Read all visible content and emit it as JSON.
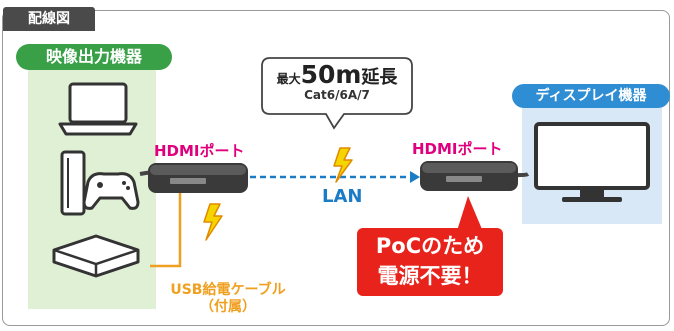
{
  "header": {
    "tab_label": "配線図"
  },
  "source": {
    "label": "映像出力機器",
    "devices": [
      "laptop-icon",
      "game-console-icon",
      "controller-icon",
      "bluray-player-icon"
    ]
  },
  "display": {
    "label": "ディスプレイ機器",
    "device": "monitor-icon"
  },
  "sender": {
    "port_label": "HDMIポート"
  },
  "receiver": {
    "port_label": "HDMIポート"
  },
  "distance": {
    "prefix": "最大",
    "value": "50m",
    "suffix": "延長",
    "cable": "Cat6/6A/7"
  },
  "link": {
    "label": "LAN"
  },
  "usb": {
    "line1": "USB給電ケーブル",
    "line2": "（付属）"
  },
  "poc": {
    "line1": "PoCのため",
    "line2": "電源不要！"
  },
  "colors": {
    "green": "#3aa047",
    "blue": "#2f8dd3",
    "magenta": "#e0007d",
    "red": "#e8231c",
    "orange": "#f0a020",
    "lan_blue": "#1a7cc6"
  }
}
